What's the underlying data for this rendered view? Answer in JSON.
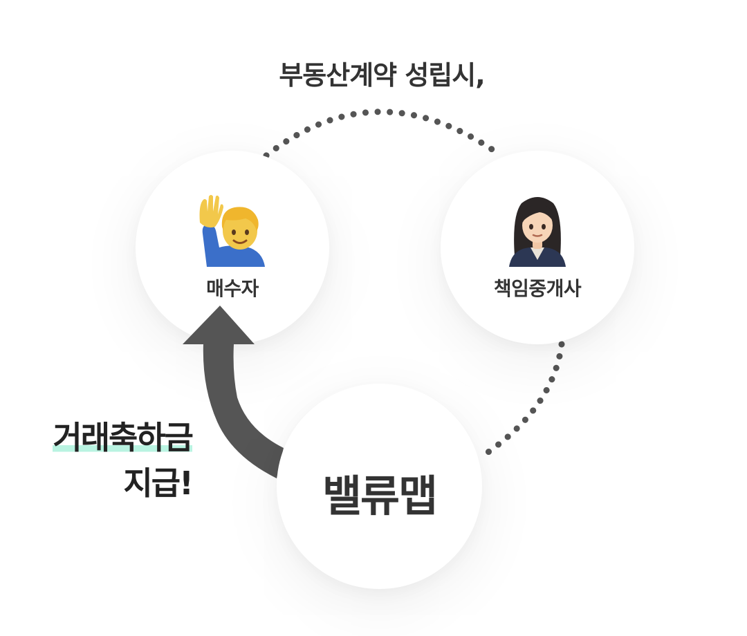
{
  "headline": "부동산계약 성립시,",
  "nodes": {
    "buyer": {
      "label": "매수자",
      "icon": "man-raising-hand-icon"
    },
    "agent": {
      "label": "책임중개사",
      "icon": "businesswoman-icon"
    },
    "platform": {
      "label": "밸류맵"
    }
  },
  "reward": {
    "line1": "거래축하금",
    "line2": "지급!"
  },
  "colors": {
    "text": "#333333",
    "arrow": "#555555",
    "dots": "#555555",
    "highlight": "#b9f3e1",
    "skin": "#f7d5b8",
    "buyer_hair": "#f2c84b",
    "buyer_shirt": "#3b6fc9",
    "agent_hair": "#2b2626",
    "agent_suit": "#2c3754"
  }
}
